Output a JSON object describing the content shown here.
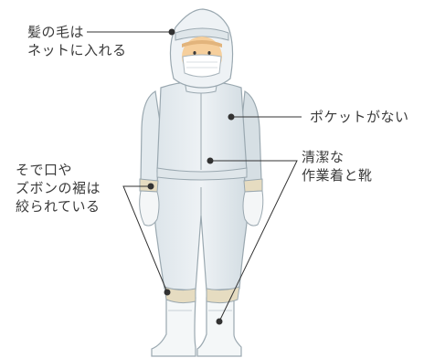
{
  "labels": {
    "hair": [
      "髪の毛は",
      "ネットに入れる"
    ],
    "pocket": [
      "ポケットがない"
    ],
    "clean": [
      "清潔な",
      "作業着と靴"
    ],
    "cuffs": [
      "そで口や",
      "ズボンの裾は",
      "絞られている"
    ]
  },
  "colors": {
    "suit": "#e9eef2",
    "suit_shadow": "#cdd8de",
    "suit_outline": "#9aa8b0",
    "skin": "#f6cf9c",
    "band": "#e5dcc0",
    "text": "#3a3a3a",
    "leader": "#333333"
  }
}
